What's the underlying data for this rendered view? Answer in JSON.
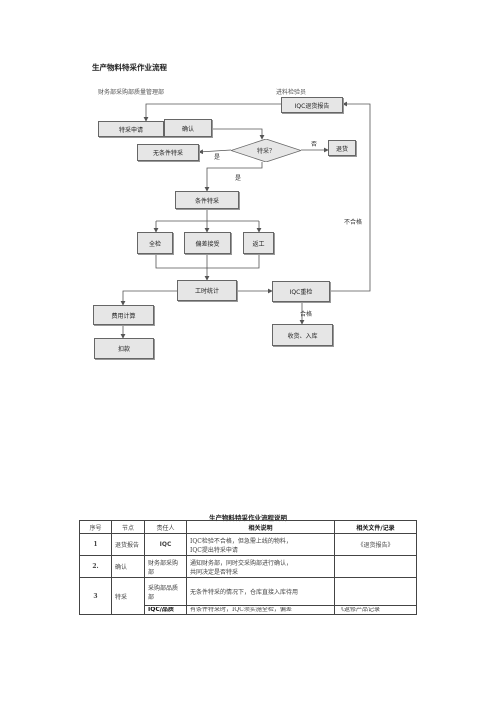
{
  "document": {
    "title": "生产物料特采作业流程",
    "dept_left": "财务部采购部质量管理部",
    "dept_right": "进料检验员"
  },
  "flow": {
    "iqc_return_report": "IQC退货报告",
    "special_request": "特采申请",
    "confirm": "确认",
    "decision": "特采？",
    "return_goods": "退货",
    "unconditional": "无条件特采",
    "conditional": "条件特采",
    "full_inspection": "全检",
    "deviation_accept": "偏差接受",
    "rework": "返工",
    "hours_stat": "工时统计",
    "iqc_recheck": "IQC重检",
    "cost_calc": "费用计算",
    "deduct": "扣款",
    "receive_store": "收货、入库",
    "label_no": "否",
    "label_yes1": "是",
    "label_yes2": "是",
    "label_fail": "不合格",
    "label_pass": "合格"
  },
  "table": {
    "caption": "生产物料特采作业流程说明",
    "headers": [
      "序号",
      "节点",
      "责任人",
      "相关说明",
      "相关文件/记录"
    ],
    "rows": [
      {
        "no": "1",
        "node": "退货报告",
        "owner": "IQC",
        "desc1": "IQC检验不合格，但急需上线的物料，",
        "desc2": "IQC提出特采申请",
        "doc": "《退货报告》"
      },
      {
        "no": "2.",
        "node": "确认",
        "owner": "财务部采购部",
        "desc1": "通知财务部，同时交采购部进行确认，",
        "desc2": "共同决定是否特采",
        "doc": ""
      },
      {
        "no": "3",
        "node": "特采",
        "owner": "采购部品质部",
        "desc1": "无条件特采的情况下，仓库直接入库待用",
        "desc2": "",
        "doc": ""
      },
      {
        "no": "",
        "node": "",
        "owner": "IQC/品质",
        "desc1": "有条件特采时，IQC须实施全检，偏差",
        "desc2": "",
        "doc": "《返修产品记录"
      }
    ]
  }
}
